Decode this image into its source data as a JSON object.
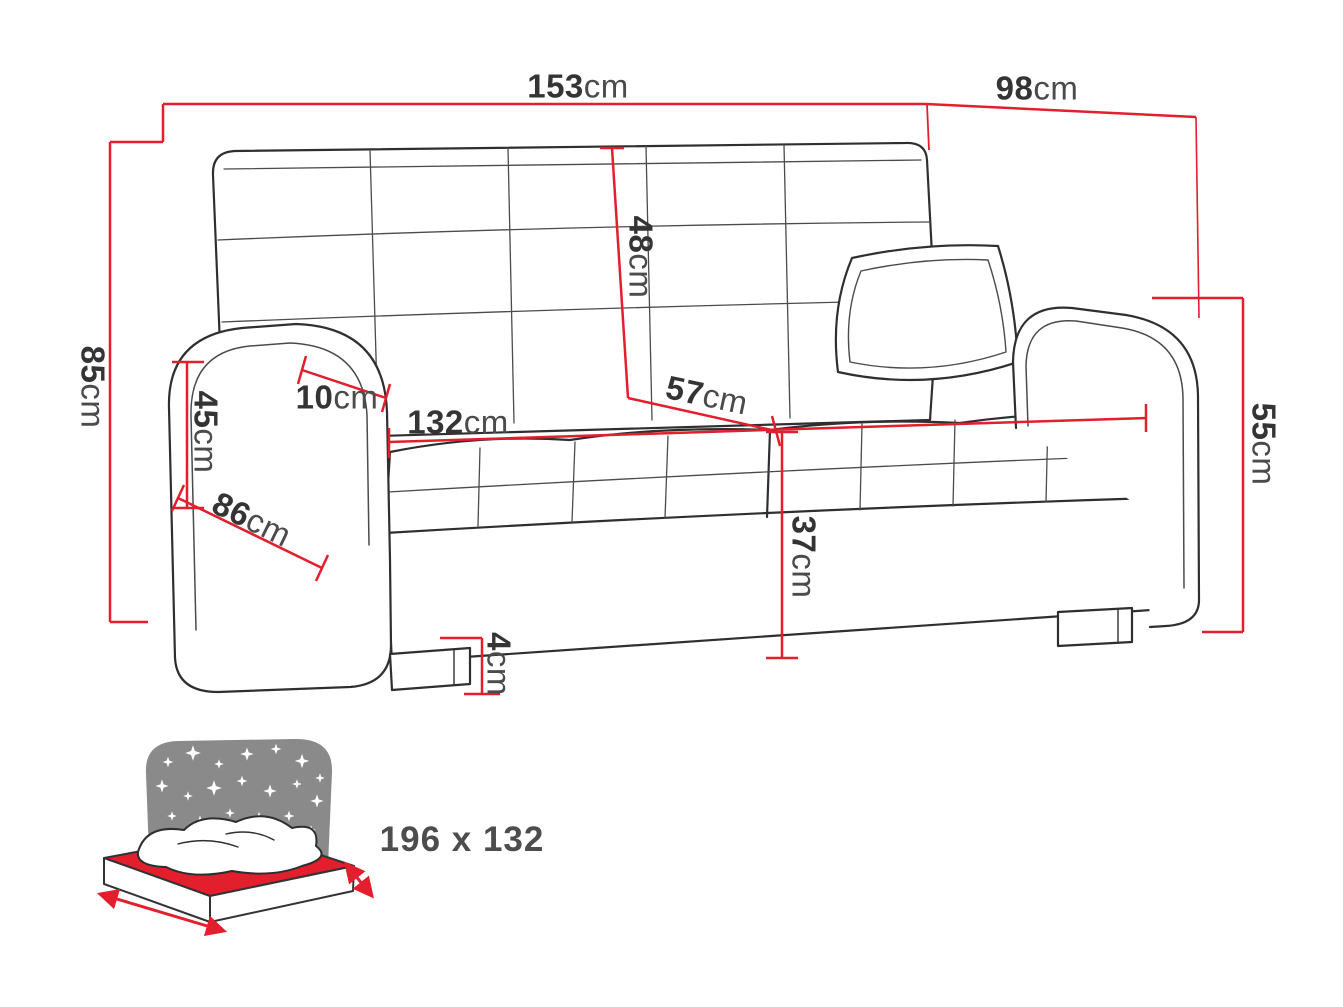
{
  "colors": {
    "accent_red": "#e31e2d",
    "outline": "#2f2f2f",
    "label": "#343434",
    "bed_gray": "#8a8a8a"
  },
  "dimensions": {
    "overall_width": {
      "value": "153",
      "unit": "cm"
    },
    "overall_depth": {
      "value": "98",
      "unit": "cm"
    },
    "overall_height": {
      "value": "85",
      "unit": "cm"
    },
    "backrest_height": {
      "value": "48",
      "unit": "cm"
    },
    "armrest_inner_height": {
      "value": "45",
      "unit": "cm"
    },
    "armrest_width": {
      "value": "10",
      "unit": "cm"
    },
    "seat_width": {
      "value": "132",
      "unit": "cm"
    },
    "seat_depth": {
      "value": "57",
      "unit": "cm"
    },
    "side_depth": {
      "value": "86",
      "unit": "cm"
    },
    "armrest_outer_height": {
      "value": "55",
      "unit": "cm"
    },
    "seat_height": {
      "value": "37",
      "unit": "cm"
    },
    "leg_height": {
      "value": "4",
      "unit": "cm"
    }
  },
  "sleeping_area": {
    "label": "196 x 132"
  }
}
